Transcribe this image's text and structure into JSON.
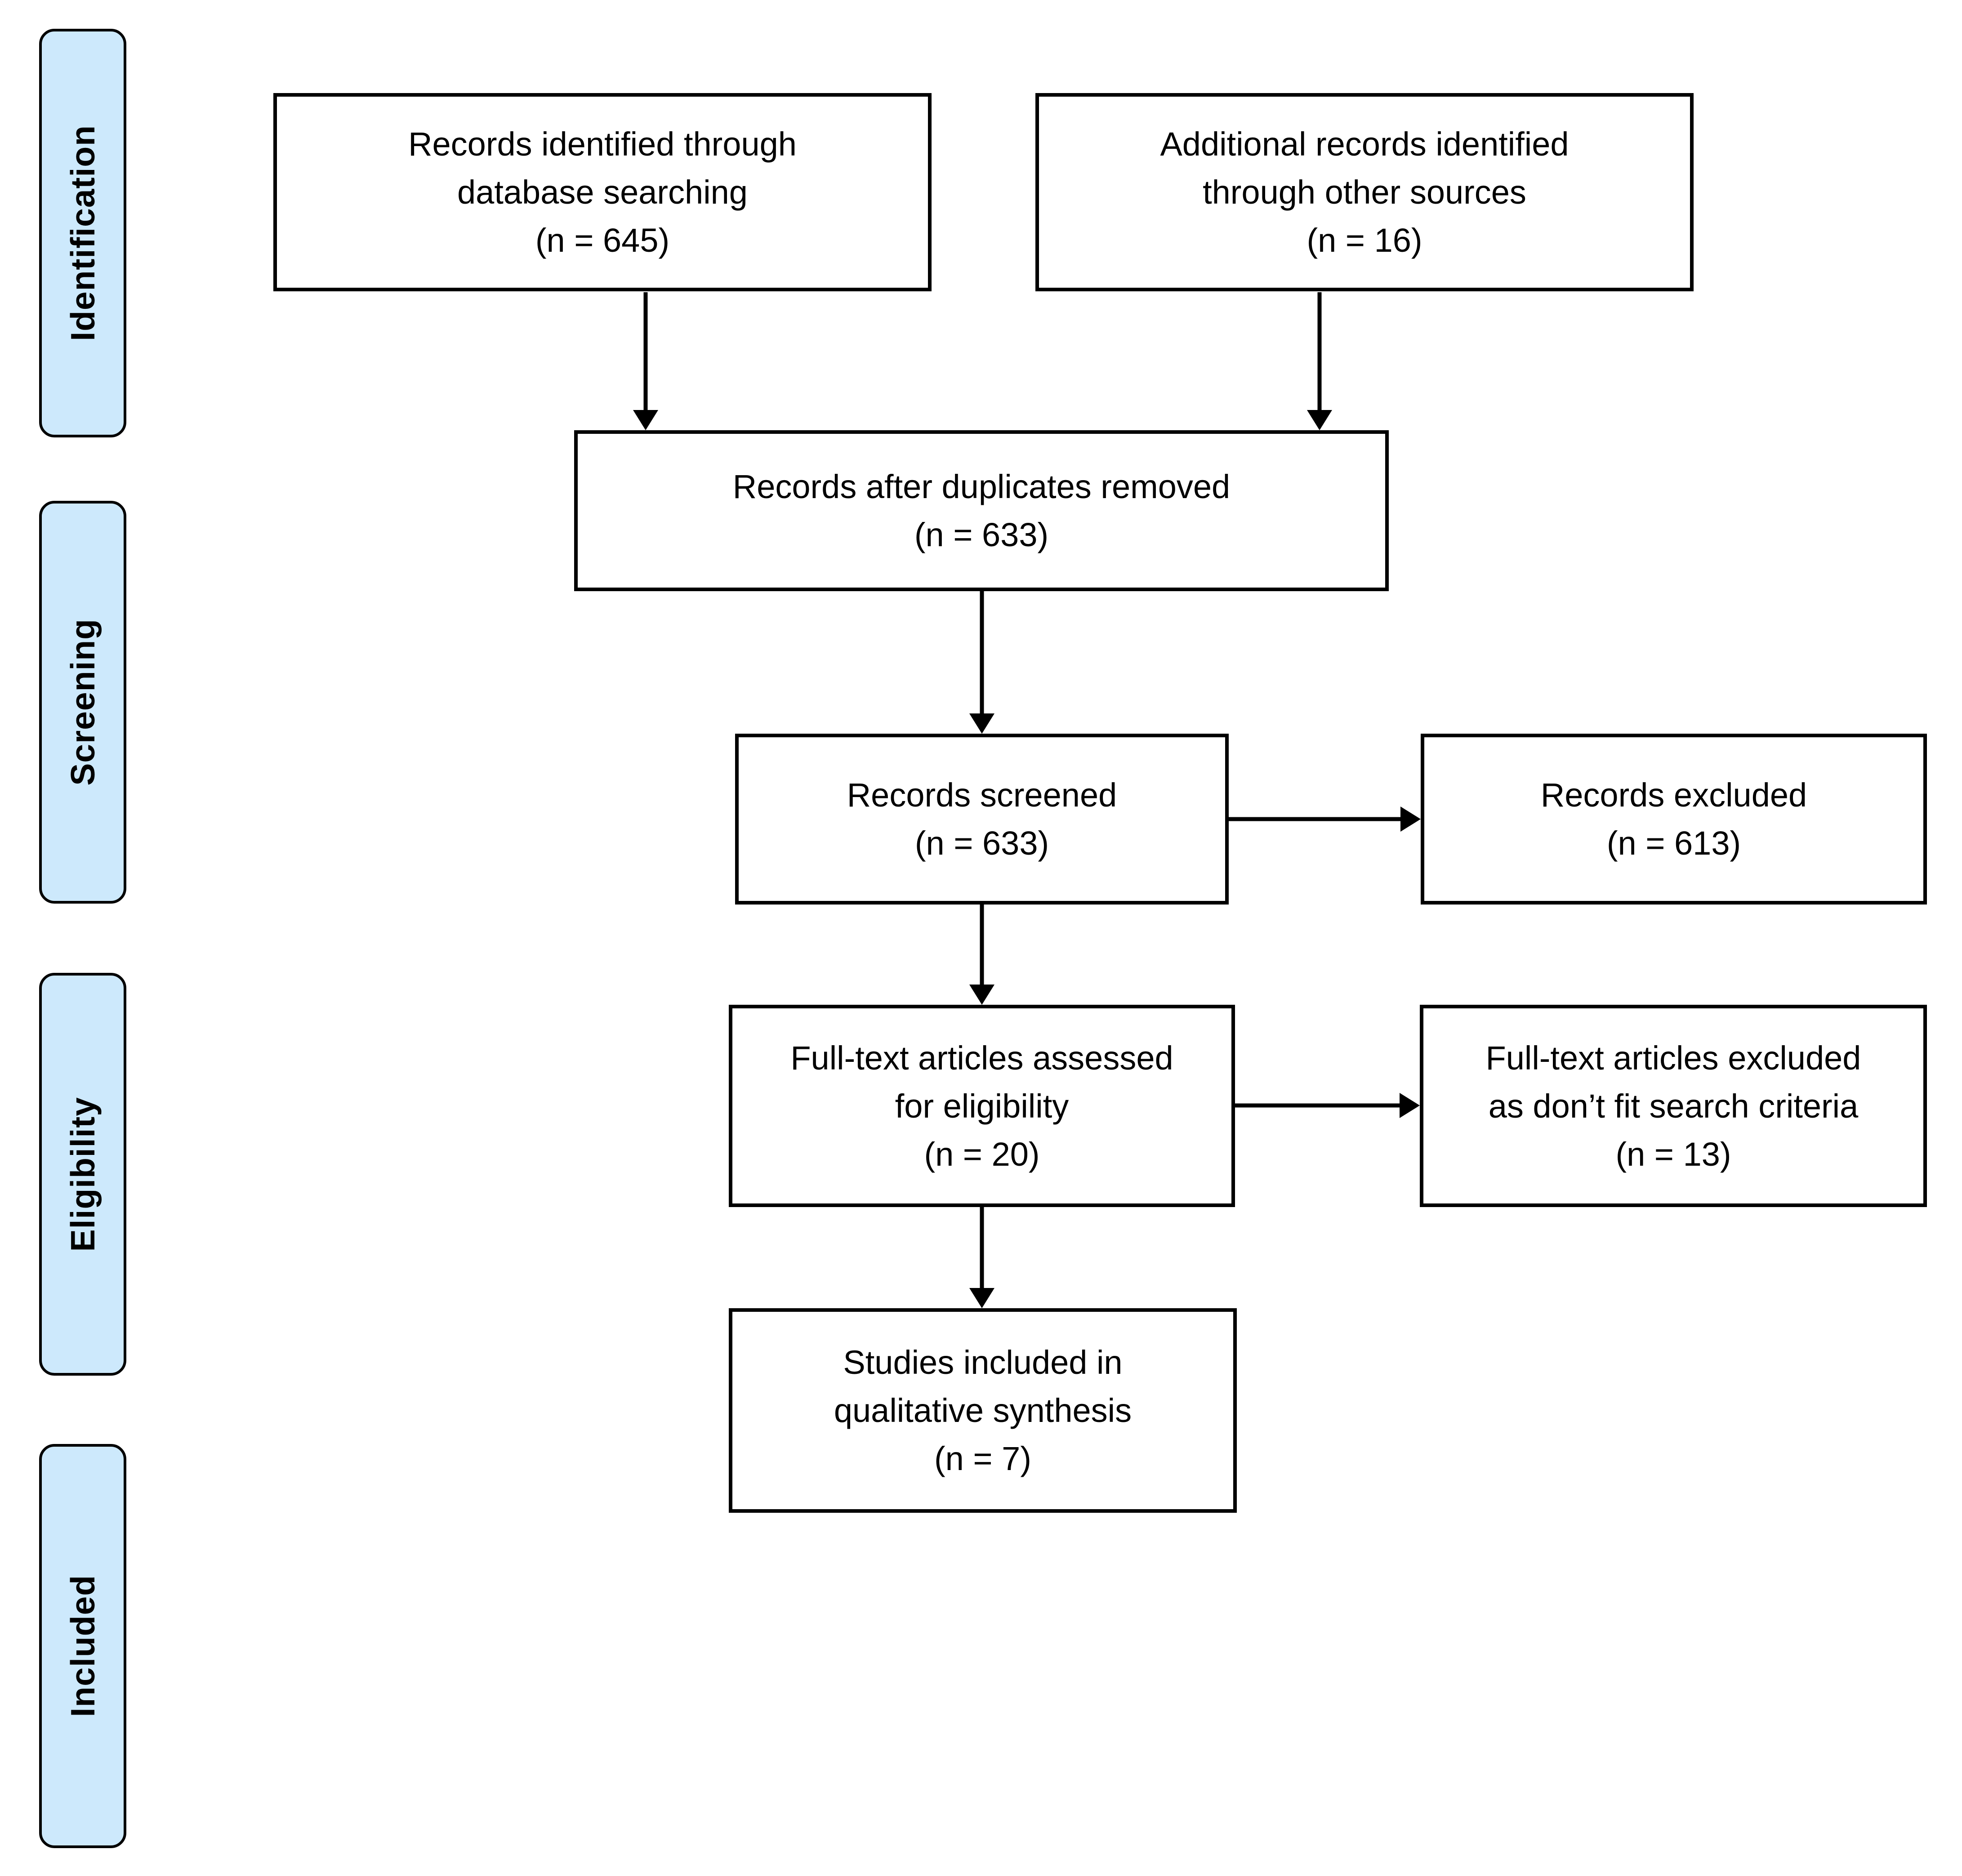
{
  "diagram": {
    "stages": [
      {
        "id": "identification",
        "label": "Identification"
      },
      {
        "id": "screening",
        "label": "Screening"
      },
      {
        "id": "eligibility",
        "label": "Eligibility"
      },
      {
        "id": "included",
        "label": "Included"
      }
    ],
    "nodes": [
      {
        "id": "records-identified",
        "lines": [
          "Records identified through",
          "database searching",
          "(n = 645)"
        ],
        "n": 645
      },
      {
        "id": "additional-records",
        "lines": [
          "Additional records identified",
          "through other sources",
          "(n = 16)"
        ],
        "n": 16
      },
      {
        "id": "duplicates-removed",
        "lines": [
          "Records after duplicates removed",
          "(n = 633)"
        ],
        "n": 633
      },
      {
        "id": "records-screened",
        "lines": [
          "Records screened",
          "(n = 633)"
        ],
        "n": 633
      },
      {
        "id": "records-excluded",
        "lines": [
          "Records excluded",
          "(n = 613)"
        ],
        "n": 613
      },
      {
        "id": "fulltext-assessed",
        "lines": [
          "Full-text articles assessed",
          "for eligibility",
          "(n = 20)"
        ],
        "n": 20
      },
      {
        "id": "fulltext-excluded",
        "lines": [
          "Full-text articles excluded",
          "as don’t fit search criteria",
          "(n = 13)"
        ],
        "n": 13
      },
      {
        "id": "studies-included",
        "lines": [
          "Studies included in",
          "qualitative synthesis",
          "(n = 7)"
        ],
        "n": 7
      }
    ],
    "edges": [
      {
        "from": "records-identified",
        "to": "duplicates-removed"
      },
      {
        "from": "additional-records",
        "to": "duplicates-removed"
      },
      {
        "from": "duplicates-removed",
        "to": "records-screened"
      },
      {
        "from": "records-screened",
        "to": "records-excluded"
      },
      {
        "from": "records-screened",
        "to": "fulltext-assessed"
      },
      {
        "from": "fulltext-assessed",
        "to": "fulltext-excluded"
      },
      {
        "from": "fulltext-assessed",
        "to": "studies-included"
      }
    ],
    "colors": {
      "stage_fill": "#cde9fc",
      "stage_border": "#000000",
      "node_fill": "#ffffff",
      "node_border": "#000000",
      "arrow": "#000000",
      "text": "#000000",
      "background": "#ffffff"
    }
  }
}
